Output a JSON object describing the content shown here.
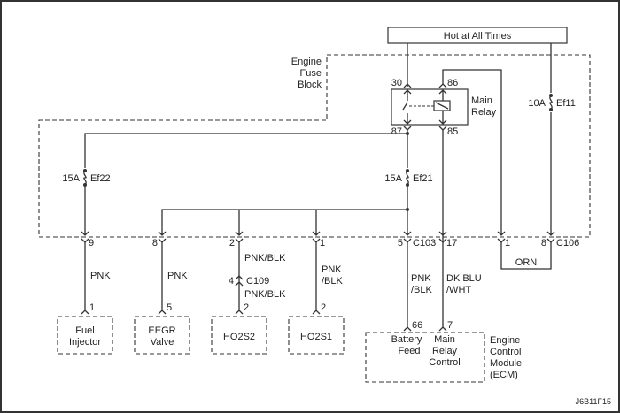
{
  "diagram_id": "J6B11F15",
  "power_source": {
    "label": "Hot at All Times"
  },
  "engine_fuse_block": {
    "label_lines": [
      "Engine",
      "Fuse",
      "Block"
    ]
  },
  "main_relay": {
    "label_lines": [
      "Main",
      "Relay"
    ],
    "pins": {
      "p30": "30",
      "p86": "86",
      "p87": "87",
      "p85": "85"
    }
  },
  "fuses": [
    {
      "rating": "15A",
      "name": "Ef22"
    },
    {
      "rating": "15A",
      "name": "Ef21"
    },
    {
      "rating": "10A",
      "name": "Ef11"
    }
  ],
  "connectors": {
    "c103": {
      "name": "C103",
      "pins": [
        "9",
        "8",
        "2",
        "1",
        "5",
        "17"
      ]
    },
    "c106": {
      "name": "C106",
      "pins": [
        "1",
        "8"
      ]
    },
    "c109": {
      "name": "C109",
      "pin": "4"
    }
  },
  "wires": {
    "fuel_injector": "PNK",
    "eegr_valve": "PNK",
    "ho2s2_upper": "PNK/BLK",
    "ho2s2_lower": "PNK/BLK",
    "ho2s1_lines": [
      "PNK",
      "/BLK"
    ],
    "battery_feed_lines": [
      "PNK",
      "/BLK"
    ],
    "relay_control_lines": [
      "DK BLU",
      "/WHT"
    ],
    "loop": "ORN"
  },
  "components": [
    {
      "name_lines": [
        "Fuel",
        "Injector"
      ],
      "pin": "1"
    },
    {
      "name_lines": [
        "EEGR",
        "Valve"
      ],
      "pin": "5"
    },
    {
      "name_lines": [
        "HO2S2"
      ],
      "pin": "2"
    },
    {
      "name_lines": [
        "HO2S1"
      ],
      "pin": "2"
    }
  ],
  "ecm": {
    "label_lines": [
      "Engine",
      "Control",
      "Module",
      "(ECM)"
    ],
    "battery_feed": {
      "label_lines": [
        "Battery",
        "Feed"
      ],
      "pin": "66"
    },
    "relay_control": {
      "label_lines": [
        "Main",
        "Relay",
        "Control"
      ],
      "pin": "7"
    }
  }
}
